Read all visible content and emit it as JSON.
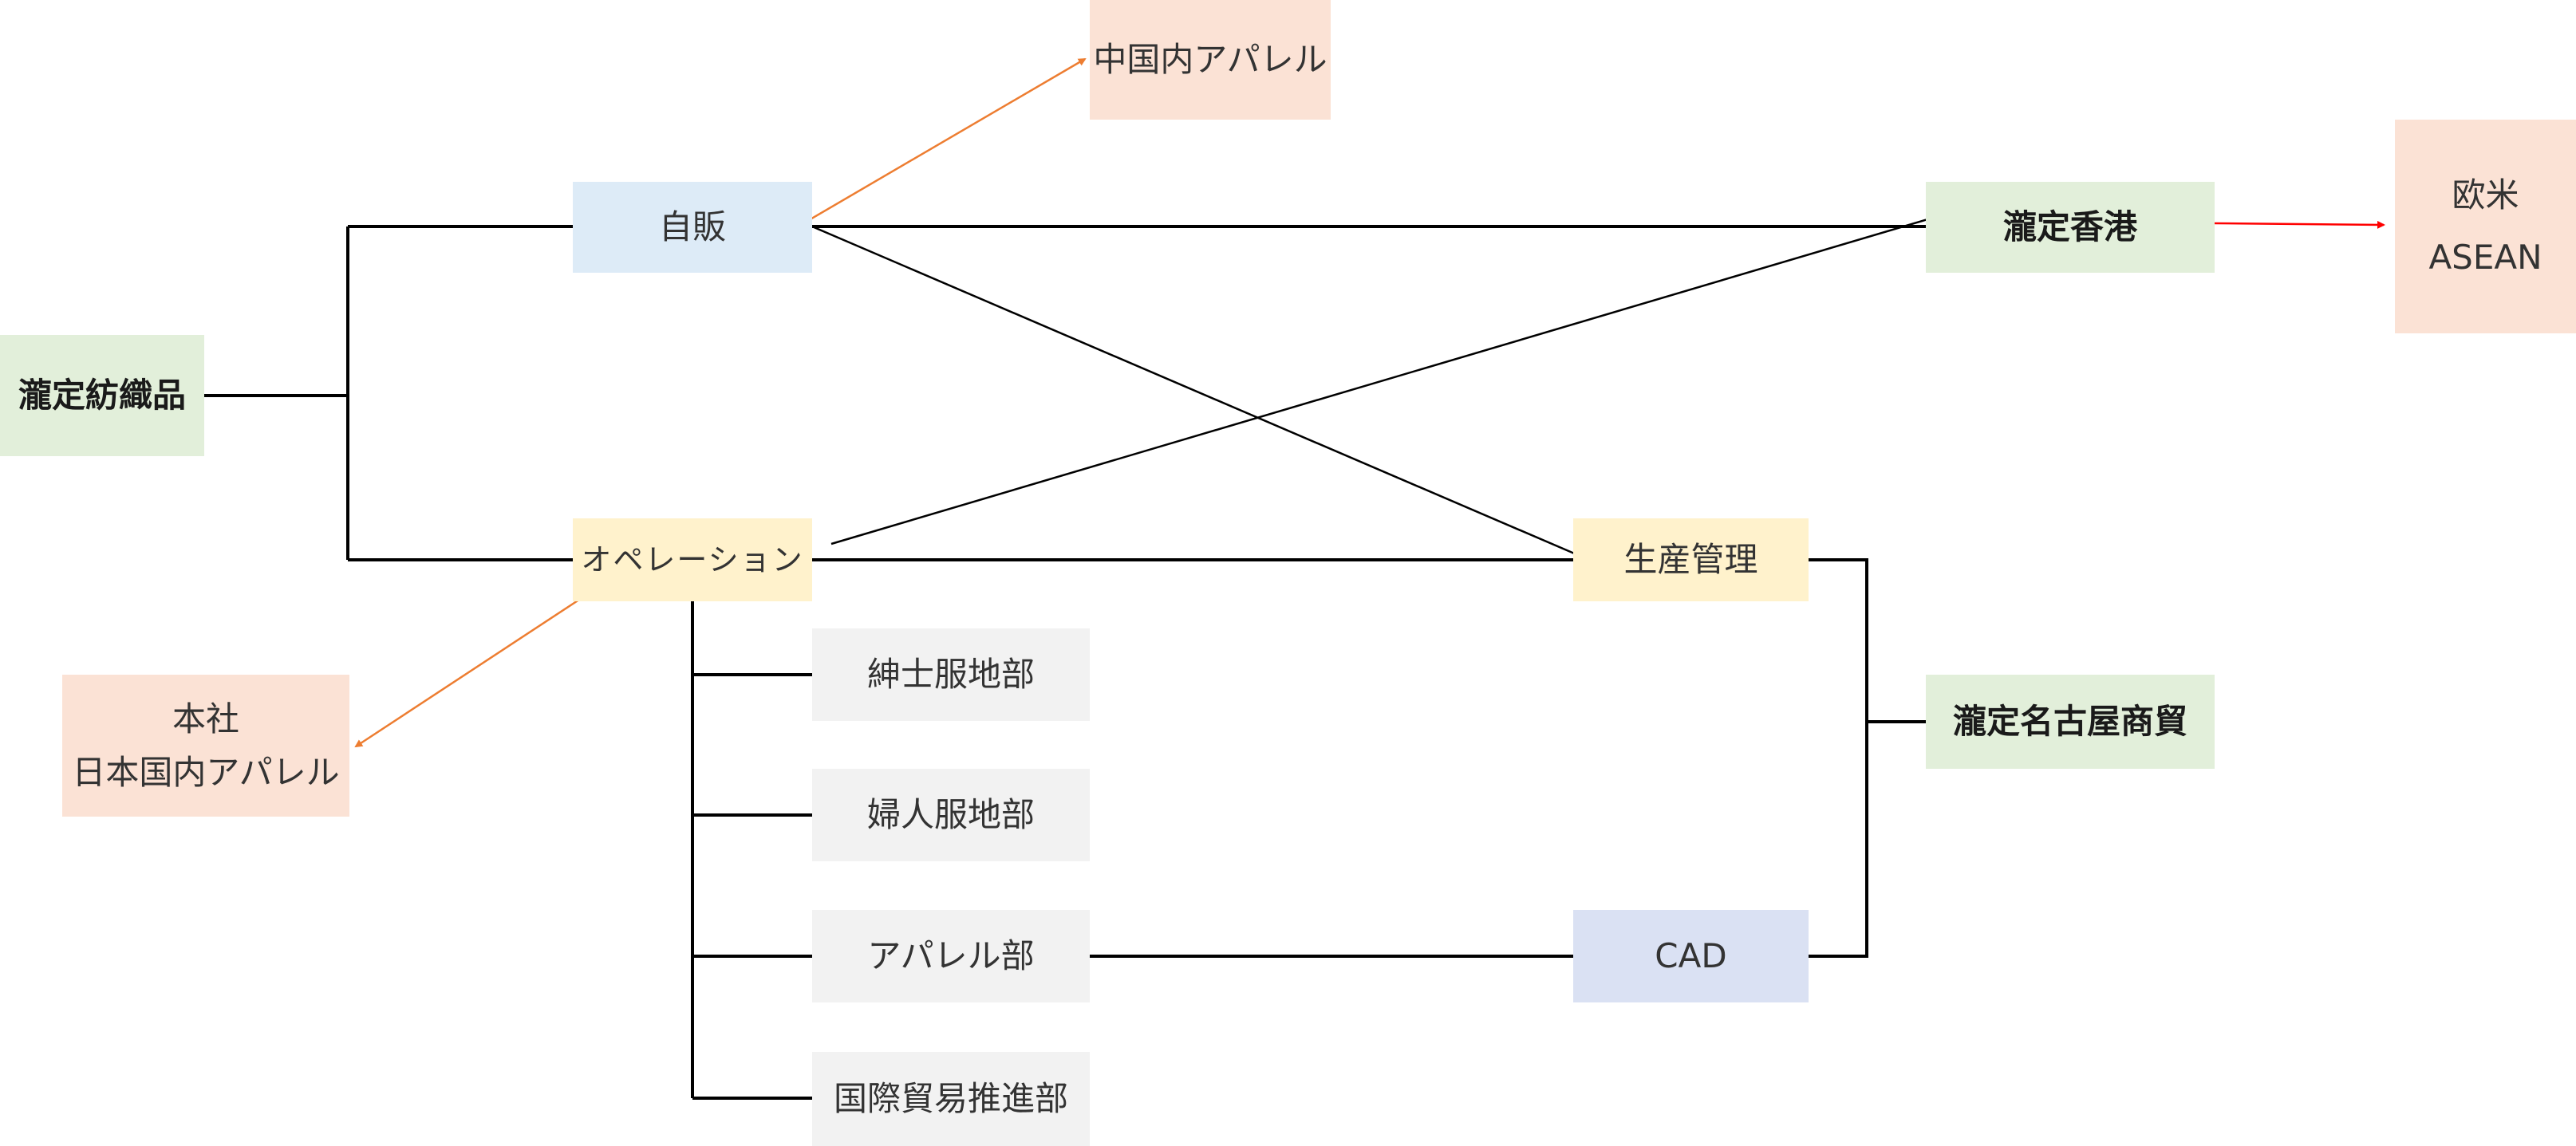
{
  "nodes": {
    "hq": "瀧定紡織品",
    "jihan": "自販",
    "operation": "オペレーション",
    "china": "中国内アパレル",
    "hongkong": "瀧定香港",
    "oubei_line1": "欧米",
    "oubei_line2": "ASEAN",
    "honsha_line1": "本社",
    "honsha_line2": "日本国内アパレル",
    "seisan": "生産管理",
    "nagoya": "瀧定名古屋商貿",
    "mens": "紳士服地部",
    "womens": "婦人服地部",
    "apparel": "アパレル部",
    "trade": "国際貿易推進部",
    "cad": "CAD"
  },
  "colors": {
    "line": "#000000",
    "orange_arrow": "#ed7d31",
    "red_arrow": "#ff0000"
  }
}
